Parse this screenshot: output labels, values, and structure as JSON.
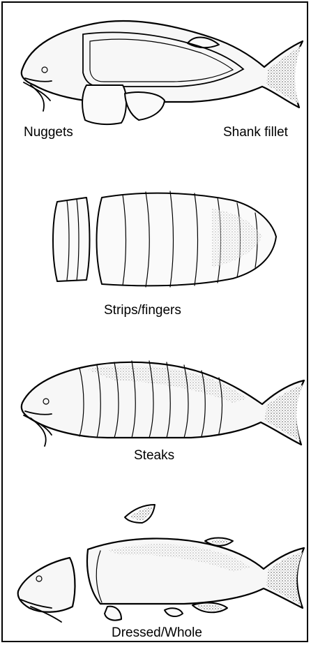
{
  "panels": {
    "fillet": {
      "left_label": "Nuggets",
      "right_label": "Shank fillet"
    },
    "strips": {
      "label": "Strips/fingers"
    },
    "steaks": {
      "label": "Steaks"
    },
    "whole": {
      "label": "Dressed/Whole"
    }
  }
}
